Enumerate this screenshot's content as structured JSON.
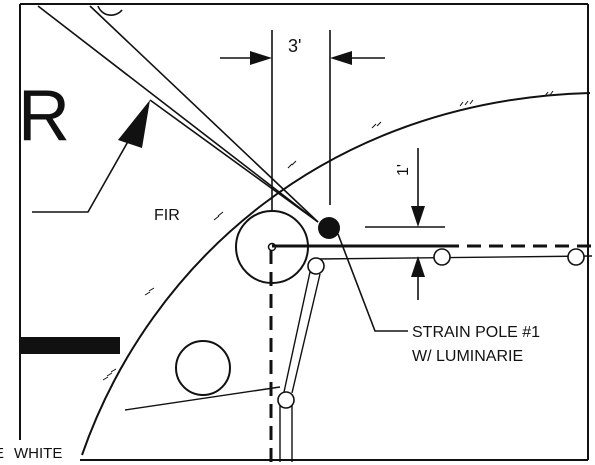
{
  "drawing": {
    "big_letter": "R",
    "dimension_horizontal": "3'",
    "dimension_vertical": "1'",
    "tree_label": "FIR",
    "callout_line1": "STRAIN POLE #1",
    "callout_line2": "W/ LUMINARIE",
    "edge_text": "WHITE",
    "edge_text_prefix": "E"
  }
}
